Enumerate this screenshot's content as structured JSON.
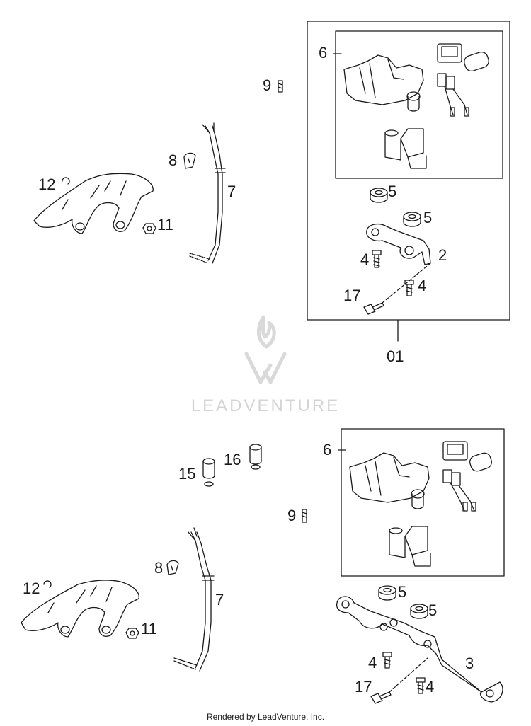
{
  "watermark": {
    "brand_text": "LEADVENTURE"
  },
  "footer": {
    "credit": "Rendered by LeadVenture, Inc."
  },
  "assembly_top": {
    "callouts": {
      "part_6": "6",
      "part_9": "9",
      "part_8": "8",
      "part_7": "7",
      "part_12": "12",
      "part_11": "11",
      "part_5a": "5",
      "part_5b": "5",
      "part_2": "2",
      "part_4a": "4",
      "part_4b": "4",
      "part_17": "17",
      "group": "01"
    }
  },
  "assembly_bottom": {
    "callouts": {
      "part_6": "6",
      "part_15": "15",
      "part_16": "16",
      "part_9": "9",
      "part_8": "8",
      "part_7": "7",
      "part_12": "12",
      "part_11": "11",
      "part_5a": "5",
      "part_5b": "5",
      "part_3": "3",
      "part_4a": "4",
      "part_4b": "4",
      "part_17": "17"
    }
  },
  "colors": {
    "line": "#1a1a1a",
    "watermark": "#d9d9d9"
  }
}
